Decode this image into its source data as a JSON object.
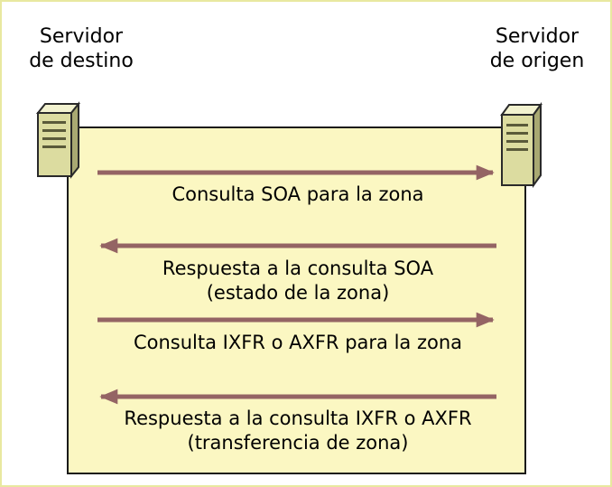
{
  "servers": {
    "destination": {
      "line1": "Servidor",
      "line2": "de destino"
    },
    "source": {
      "line1": "Servidor",
      "line2": "de origen"
    }
  },
  "messages": [
    {
      "direction": "right",
      "line1": "Consulta SOA para la zona",
      "line2": ""
    },
    {
      "direction": "left",
      "line1": "Respuesta a la consulta SOA",
      "line2": "(estado de la zona)"
    },
    {
      "direction": "right",
      "line1": "Consulta IXFR o AXFR para la zona",
      "line2": ""
    },
    {
      "direction": "left",
      "line1": "Respuesta a la consulta IXFR o AXFR",
      "line2": "(transferencia de zona)"
    }
  ],
  "colors": {
    "panel": "#fbf7c2",
    "arrow": "#946464",
    "server_body": "#dcdca0"
  },
  "icons": [
    "server-tower-icon",
    "server-tower-icon"
  ]
}
